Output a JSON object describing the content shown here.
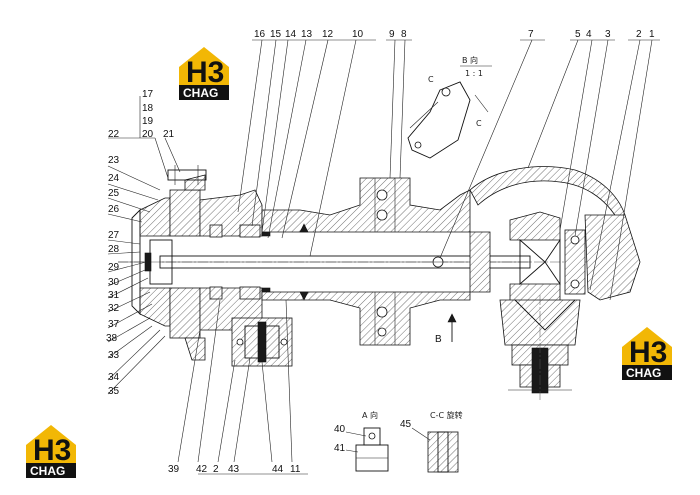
{
  "logo": {
    "mark": "H3",
    "word": "CHAG"
  },
  "callouts": {
    "top": [
      "16",
      "15",
      "14",
      "13",
      "12",
      "10",
      "9",
      "8",
      "7",
      "5",
      "4",
      "3",
      "2",
      "1"
    ],
    "left": [
      "17",
      "18",
      "19",
      "20",
      "21",
      "22",
      "23",
      "24",
      "25",
      "26",
      "27",
      "28",
      "29",
      "30",
      "31",
      "32",
      "37",
      "38",
      "33",
      "34",
      "35"
    ],
    "bottom": [
      "39",
      "42",
      "2",
      "43",
      "44",
      "11"
    ],
    "detail": [
      "40",
      "41",
      "45"
    ]
  },
  "views": {
    "view_b_title": "B 向",
    "view_b_scale": "1 : 1",
    "section_mark": "C",
    "arrow_b": "B",
    "view_a_title": "A 向",
    "section_c_title": "C-C 旋转"
  }
}
